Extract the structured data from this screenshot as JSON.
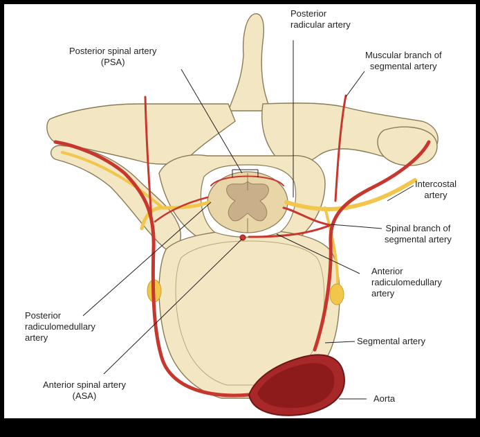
{
  "labels": {
    "psa": [
      "Posterior spinal artery",
      "(PSA)"
    ],
    "prad": [
      "Posterior",
      "radicular artery"
    ],
    "muscular": [
      "Muscular branch of",
      "segmental artery"
    ],
    "intercostal": [
      "Intercostal",
      "artery"
    ],
    "spinal_branch": [
      "Spinal branch of",
      "segmental artery"
    ],
    "arma": [
      "Anterior",
      "radiculomedullary",
      "artery"
    ],
    "segmental": [
      "Segmental artery"
    ],
    "aorta": [
      "Aorta"
    ],
    "prma": [
      "Posterior",
      "radiculomedullary",
      "artery"
    ],
    "asa": [
      "Anterior spinal artery",
      "(ASA)"
    ]
  },
  "colors": {
    "bone": "#f3e6c3",
    "bone_stroke": "#8a7a55",
    "artery": "#c8372d",
    "artery_dark": "#8e1b17",
    "nerve": "#f2c54b",
    "cord": "#e8d6a8",
    "grey_matter": "#c9b08a",
    "aorta": "#a8282a",
    "leader": "#231f20"
  }
}
